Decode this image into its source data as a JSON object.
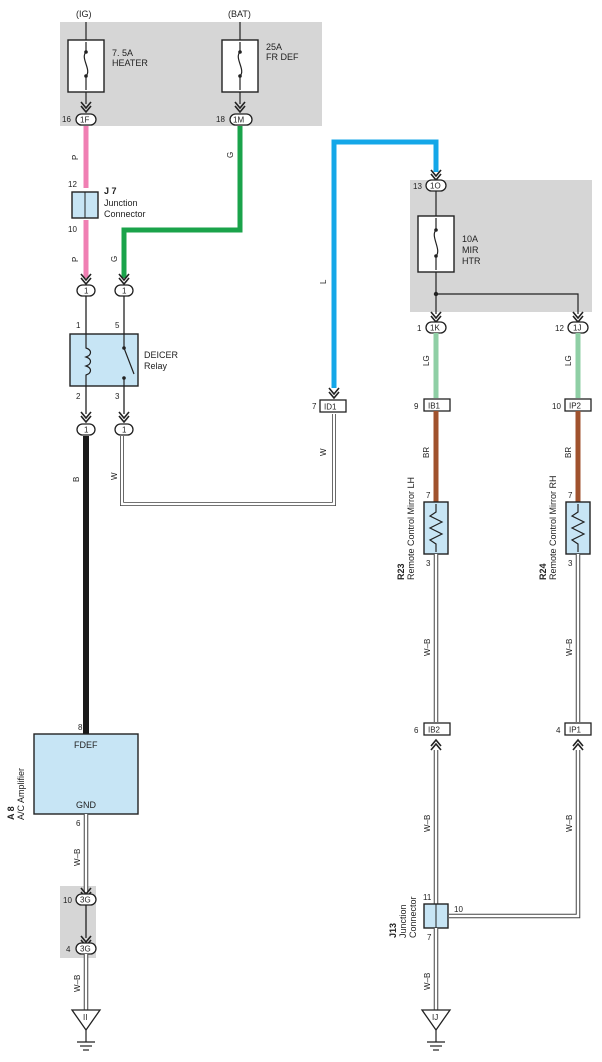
{
  "colors": {
    "pink": "#f07fb3",
    "green": "#1aa34a",
    "blue": "#14a7e8",
    "light_green": "#8fcfa5",
    "brown": "#a0522d",
    "black": "#1a1a1a",
    "box_fill": "#c7e5f5",
    "panel_fill": "#d6d6d6"
  },
  "power": {
    "ig_label": "(IG)",
    "bat_label": "(BAT)",
    "fuse_heater_amp": "7. 5A",
    "fuse_heater_name": "HEATER",
    "fuse_frdef_amp": "25A",
    "fuse_frdef_name": "FR DEF",
    "pin_16": "16",
    "conn_1f": "1F",
    "pin_18": "18",
    "conn_1m": "1M"
  },
  "j7": {
    "id": "J 7",
    "name_line1": "Junction",
    "name_line2": "Connector",
    "pin_12": "12",
    "pin_10": "10"
  },
  "relay": {
    "name_line1": "DEICER",
    "name_line2": "Relay",
    "pin_1": "1",
    "pin_5": "5",
    "pin_2": "2",
    "pin_3": "3",
    "conn_top_left": "1",
    "conn_top_right": "1",
    "conn_bot_left": "1",
    "conn_bot_right": "1"
  },
  "wires": {
    "p1": "P",
    "p2": "P",
    "g1": "G",
    "g2": "G",
    "b": "B",
    "w_left": "W",
    "w_right": "W",
    "l": "L",
    "lg_left": "LG",
    "lg_right": "LG",
    "br_left": "BR",
    "br_right": "BR",
    "wb_amp": "W–B",
    "wb_ground": "W–B",
    "wb_r23": "W–B",
    "wb_r24": "W–B",
    "wb_j13_left": "W–B",
    "wb_j13_right": "W–B",
    "wb_ij": "W–B"
  },
  "id1": {
    "pin": "7",
    "conn": "ID1"
  },
  "mirror_fuse": {
    "pin_13": "13",
    "conn_1o": "1O",
    "amp": "10A",
    "name_line1": "MIR",
    "name_line2": "HTR",
    "pin_1": "1",
    "conn_1k": "1K",
    "pin_12": "12",
    "conn_1j": "1J"
  },
  "ib1": {
    "pin": "9",
    "conn": "IB1"
  },
  "ip2": {
    "pin": "10",
    "conn": "IP2"
  },
  "r23": {
    "id": "R23",
    "name": "Remote Control Mirror LH",
    "pin_7": "7",
    "pin_3": "3"
  },
  "r24": {
    "id": "R24",
    "name": "Remote Control Mirror RH",
    "pin_7": "7",
    "pin_3": "3"
  },
  "ib2": {
    "pin": "6",
    "conn": "IB2"
  },
  "ip1": {
    "pin": "4",
    "conn": "IP1"
  },
  "a8": {
    "id": "A 8",
    "name": "A/C Amplifier",
    "fdef": "FDEF",
    "gnd": "GND",
    "pin_8": "8",
    "pin_6": "6"
  },
  "ground3g": {
    "pin_10": "10",
    "conn_top": "3G",
    "pin_4": "4",
    "conn_bot": "3G"
  },
  "j13": {
    "id": "J13",
    "name_line1": "Junction",
    "name_line2": "Connector",
    "pin_11": "11",
    "pin_10": "10",
    "pin_7": "7"
  },
  "grounds": {
    "ii": "II",
    "ij": "IJ"
  }
}
